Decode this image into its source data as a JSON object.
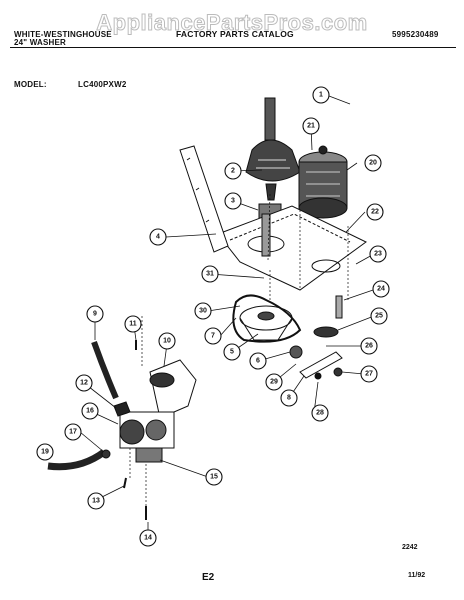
{
  "watermark": "AppliancePartsPros.com",
  "header": {
    "brand_line1": "WHITE-WESTINGHOUSE",
    "brand_line2": "24\" WASHER",
    "catalog_title": "FACTORY PARTS CATALOG",
    "catalog_number": "5995230489",
    "model_label": "MODEL:",
    "model_value": "LC400PXW2"
  },
  "footer": {
    "page_code": "E2",
    "date": "11/92",
    "figure_number": "2242"
  },
  "callouts": [
    "1",
    "2",
    "3",
    "4",
    "5",
    "6",
    "7",
    "8",
    "9",
    "10",
    "11",
    "12",
    "13",
    "14",
    "15",
    "16",
    "17",
    "19",
    "20",
    "21",
    "22",
    "23",
    "24",
    "25",
    "26",
    "27",
    "28",
    "29",
    "30",
    "31"
  ]
}
